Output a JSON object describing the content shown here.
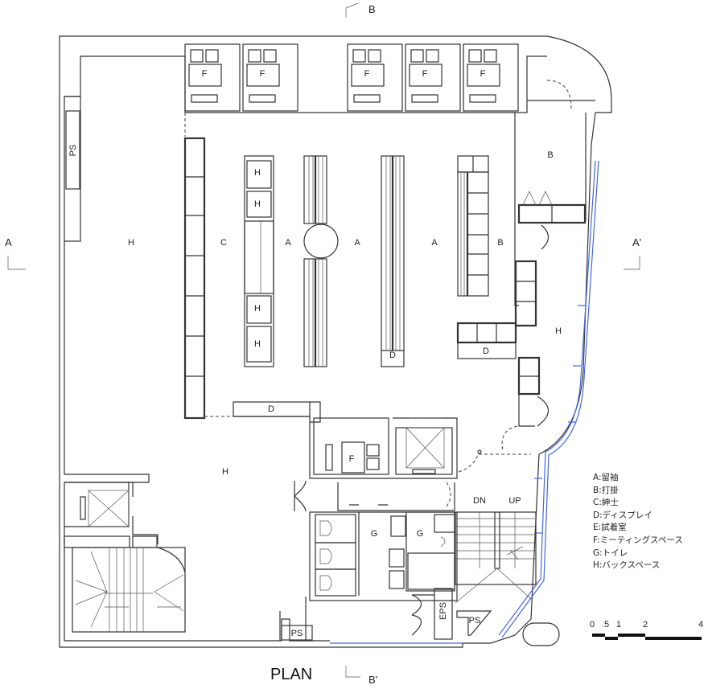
{
  "drawing": {
    "title": "PLAN",
    "section_marks": {
      "top": "B",
      "bottom": "B'",
      "left": "A",
      "right": "A'"
    }
  },
  "legend": [
    {
      "key": "A",
      "text": "A:留袖"
    },
    {
      "key": "B",
      "text": "B:打掛"
    },
    {
      "key": "C",
      "text": "C:紳士"
    },
    {
      "key": "D",
      "text": "D:ディスプレイ"
    },
    {
      "key": "E",
      "text": "E:試着室"
    },
    {
      "key": "F",
      "text": "F:ミーティングスペース"
    },
    {
      "key": "G",
      "text": "G:トイレ"
    },
    {
      "key": "H",
      "text": "H:バックスペース"
    }
  ],
  "scale_bar": {
    "ticks": [
      "0",
      ".5",
      "1",
      "2",
      "4"
    ]
  },
  "room_labels": {
    "f1": "F",
    "f2": "F",
    "f3": "F",
    "f4": "F",
    "f5": "F",
    "f_meeting": "F",
    "b_top": "B",
    "b_mid": "B",
    "h_left": "H",
    "h_lower": "H",
    "h_right": "H",
    "h_c1": "H",
    "h_c2": "H",
    "h_c3": "H",
    "h_c4": "H",
    "c": "C",
    "a1": "A",
    "a2": "A",
    "a3": "A",
    "d1": "D",
    "d2": "D",
    "d3": "D",
    "g1": "G",
    "g2": "G",
    "ps_top": "PS",
    "ps_bottom": "PS",
    "ps_right": "PS",
    "eps": "EPS",
    "dn": "DN",
    "up": "UP"
  },
  "colors": {
    "wall": "#333333",
    "glazing": "#4466dd"
  }
}
